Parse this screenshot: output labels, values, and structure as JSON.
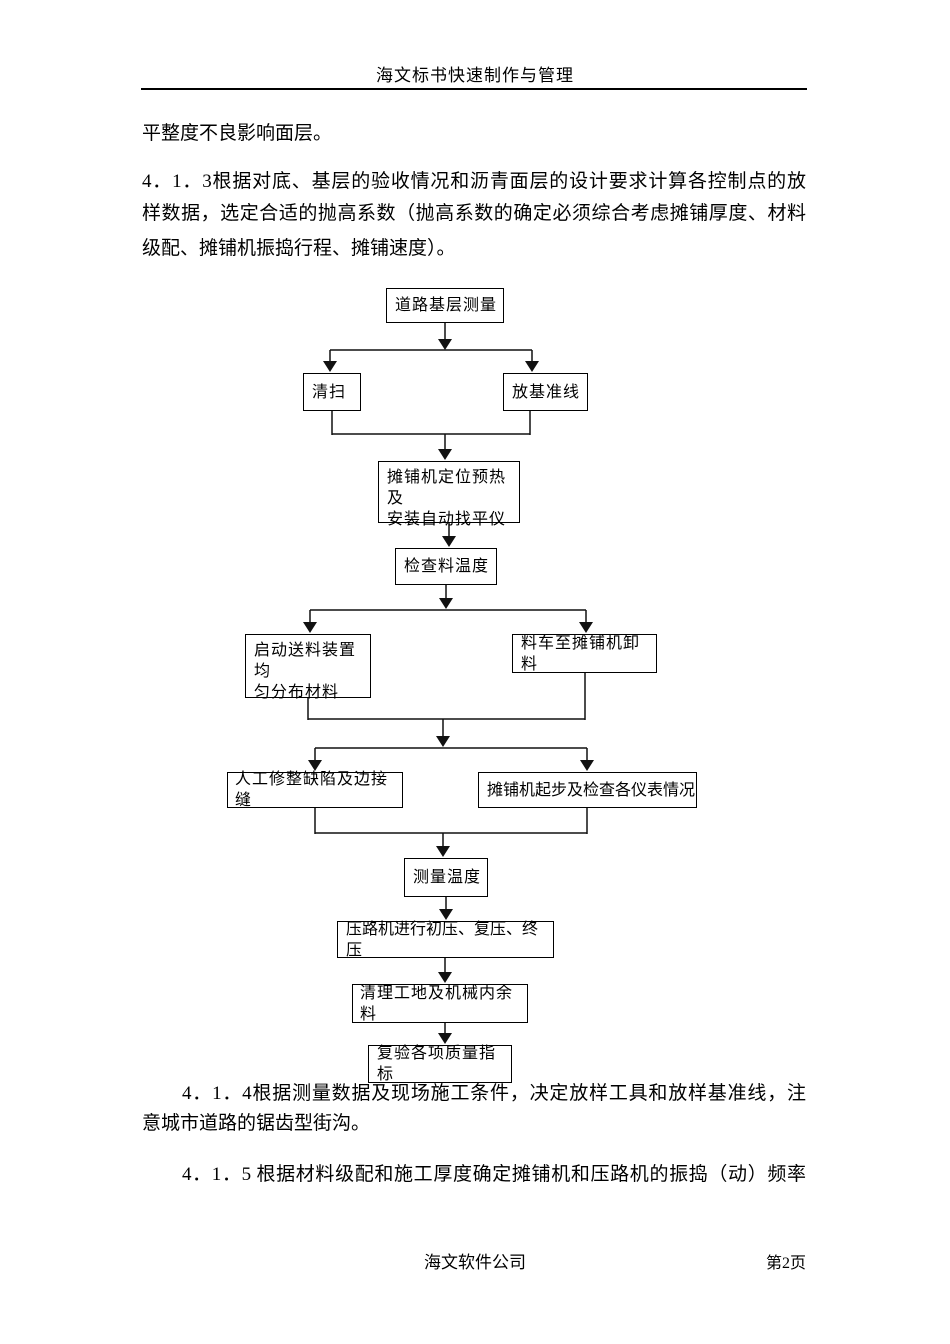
{
  "header": {
    "title": "海文标书快速制作与管理"
  },
  "document": {
    "paragraphs": [
      {
        "lines": [
          "平整度不良影响面层。"
        ]
      },
      {
        "lines": [
          "4．1．3根据对底、基层的验收情况和沥青面层的设计要求计算各控制点的放",
          "样数据，选定合适的抛高系数（抛高系数的确定必须综合考虑摊铺厚度、材料",
          "级配、摊铺机振捣行程、摊铺速度）。"
        ]
      },
      {
        "lines": [
          "4．1．4根据测量数据及现场施工条件，决定放样工具和放样基准线，注",
          "意城市道路的锯齿型街沟。"
        ]
      },
      {
        "lines": [
          "4．1．5 根据材料级配和施工厚度确定摊铺机和压路机的振捣（动）频率"
        ]
      }
    ]
  },
  "flowchart": {
    "nodes": [
      {
        "id": "measure-base",
        "label": "道路基层测量"
      },
      {
        "id": "sweep",
        "label": "清扫"
      },
      {
        "id": "set-datum-line",
        "label": "放基准线"
      },
      {
        "id": "paver-position",
        "label": "摊铺机定位预热及\n安装自动找平仪"
      },
      {
        "id": "check-material-temp",
        "label": "检查料温度"
      },
      {
        "id": "start-feeder",
        "label": "启动送料装置均\n匀分布材料"
      },
      {
        "id": "truck-unload",
        "label": "料车至摊铺机卸料"
      },
      {
        "id": "manual-repair",
        "label": "人工修整缺陷及边接缝"
      },
      {
        "id": "paver-start",
        "label": "摊铺机起步及检查各仪表情况"
      },
      {
        "id": "measure-temp",
        "label": "测量温度"
      },
      {
        "id": "roller-compact",
        "label": "压路机进行初压、复压、终压"
      },
      {
        "id": "site-cleanup",
        "label": "清理工地及机械内余料"
      },
      {
        "id": "recheck-quality",
        "label": "复验各项质量指标"
      }
    ]
  },
  "footer": {
    "company": "海文软件公司",
    "page": "第2页"
  }
}
